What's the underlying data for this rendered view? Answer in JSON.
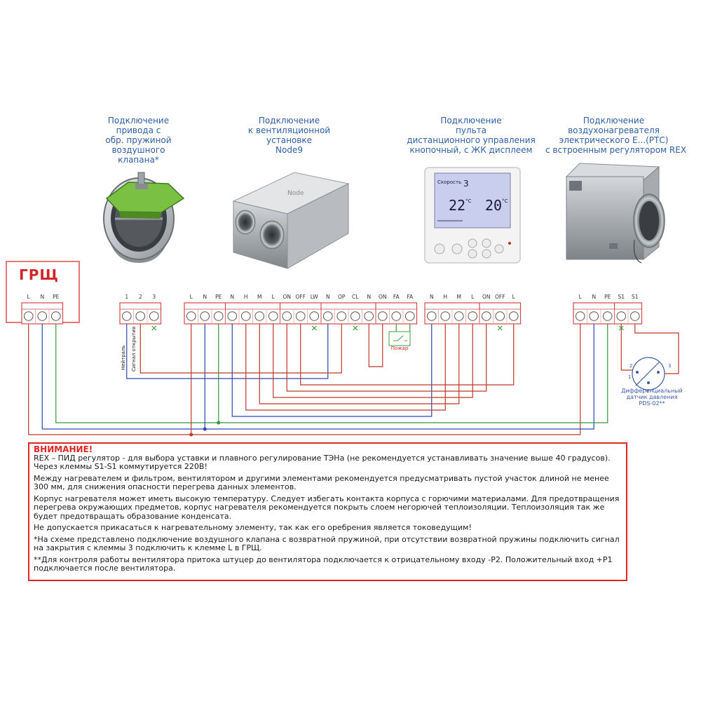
{
  "captions": {
    "damper": [
      "Подключение",
      "привода с",
      "обр. пружиной",
      "воздушного",
      "клапана*"
    ],
    "node": [
      "Подключение",
      "к вентиляционной",
      "установке",
      "Node9"
    ],
    "panel": [
      "Подключение",
      "пульта",
      "дистанционного управления",
      "кнопочный, с ЖК дисплеем"
    ],
    "heater": [
      "Подключение",
      "воздухонагревателя",
      "электрического Е...(РТС)",
      "с встроенным регулятором REX"
    ]
  },
  "grsh": {
    "title": "ГРЩ",
    "terminals": [
      "L",
      "N",
      "PE"
    ]
  },
  "damper_terminals": [
    "1",
    "2",
    "3"
  ],
  "node_terminals": [
    "L",
    "N",
    "PE",
    "N",
    "H",
    "M",
    "L",
    "ON",
    "OFF",
    "LW",
    "N",
    "OP",
    "CL",
    "N",
    "ON",
    "FA",
    "FA"
  ],
  "panel_terminals": [
    "N",
    "H",
    "M",
    "L",
    "ON",
    "OFF",
    "L"
  ],
  "heater_terminals": [
    "L",
    "N",
    "PE",
    "S1",
    "S1"
  ],
  "wire_labels": {
    "neutral": "Нейтраль",
    "open_signal": "Сигнал открытия"
  },
  "fire_label": "Пожар",
  "panel_display": {
    "top_label": "Скорость",
    "top_value": "3",
    "left_temp": "22",
    "right_temp": "20",
    "unit": "°C"
  },
  "pressure_sensor": {
    "label": [
      "Дифференциальный",
      "датчик давления",
      "PDS-02**"
    ],
    "pins": [
      "1",
      "2",
      "3"
    ]
  },
  "warning": {
    "title": "ВНИМАНИЕ!",
    "lines": [
      "REX – ПИД регулятор - для выбора уставки и плавного регулирование ТЭНа (не рекомендуется устанавливать значение выше 40 градусов).",
      "Через клеммы S1-S1 коммутируется 220В!",
      "Между нагревателем и фильтром, вентилятором и другими элементами рекомендуется предусматривать пустой участок длиной не менее 300 мм, для снижения опасности перегрева данных элементов.",
      "Корпус нагревателя может иметь высокую температуру. Следует избегать контакта корпуса с горючими материалами. Для предотвращения перегрева окружающих предметов, корпус нагревателя рекомендуется покрыть слоем негорючей теплоизоляции. Теплоизоляция так же будет предотвращать образование конденсата.",
      "Не допускается прикасаться к нагревательному элементу, так как его оребрения является токоведущим!",
      "*На схеме представлено подключение воздушного клапана с возвратной пружиной, при отсутствии возвратной пружины подключить сигнал на закрытия с клеммы 3 подключить к клемме L в ГРЩ.",
      "**Для контроля работы вентилятора притока штуцер до вентилятора подключается к отрицательному входу -P2. Положительный вход +P1 подключается после вентилятора."
    ]
  }
}
